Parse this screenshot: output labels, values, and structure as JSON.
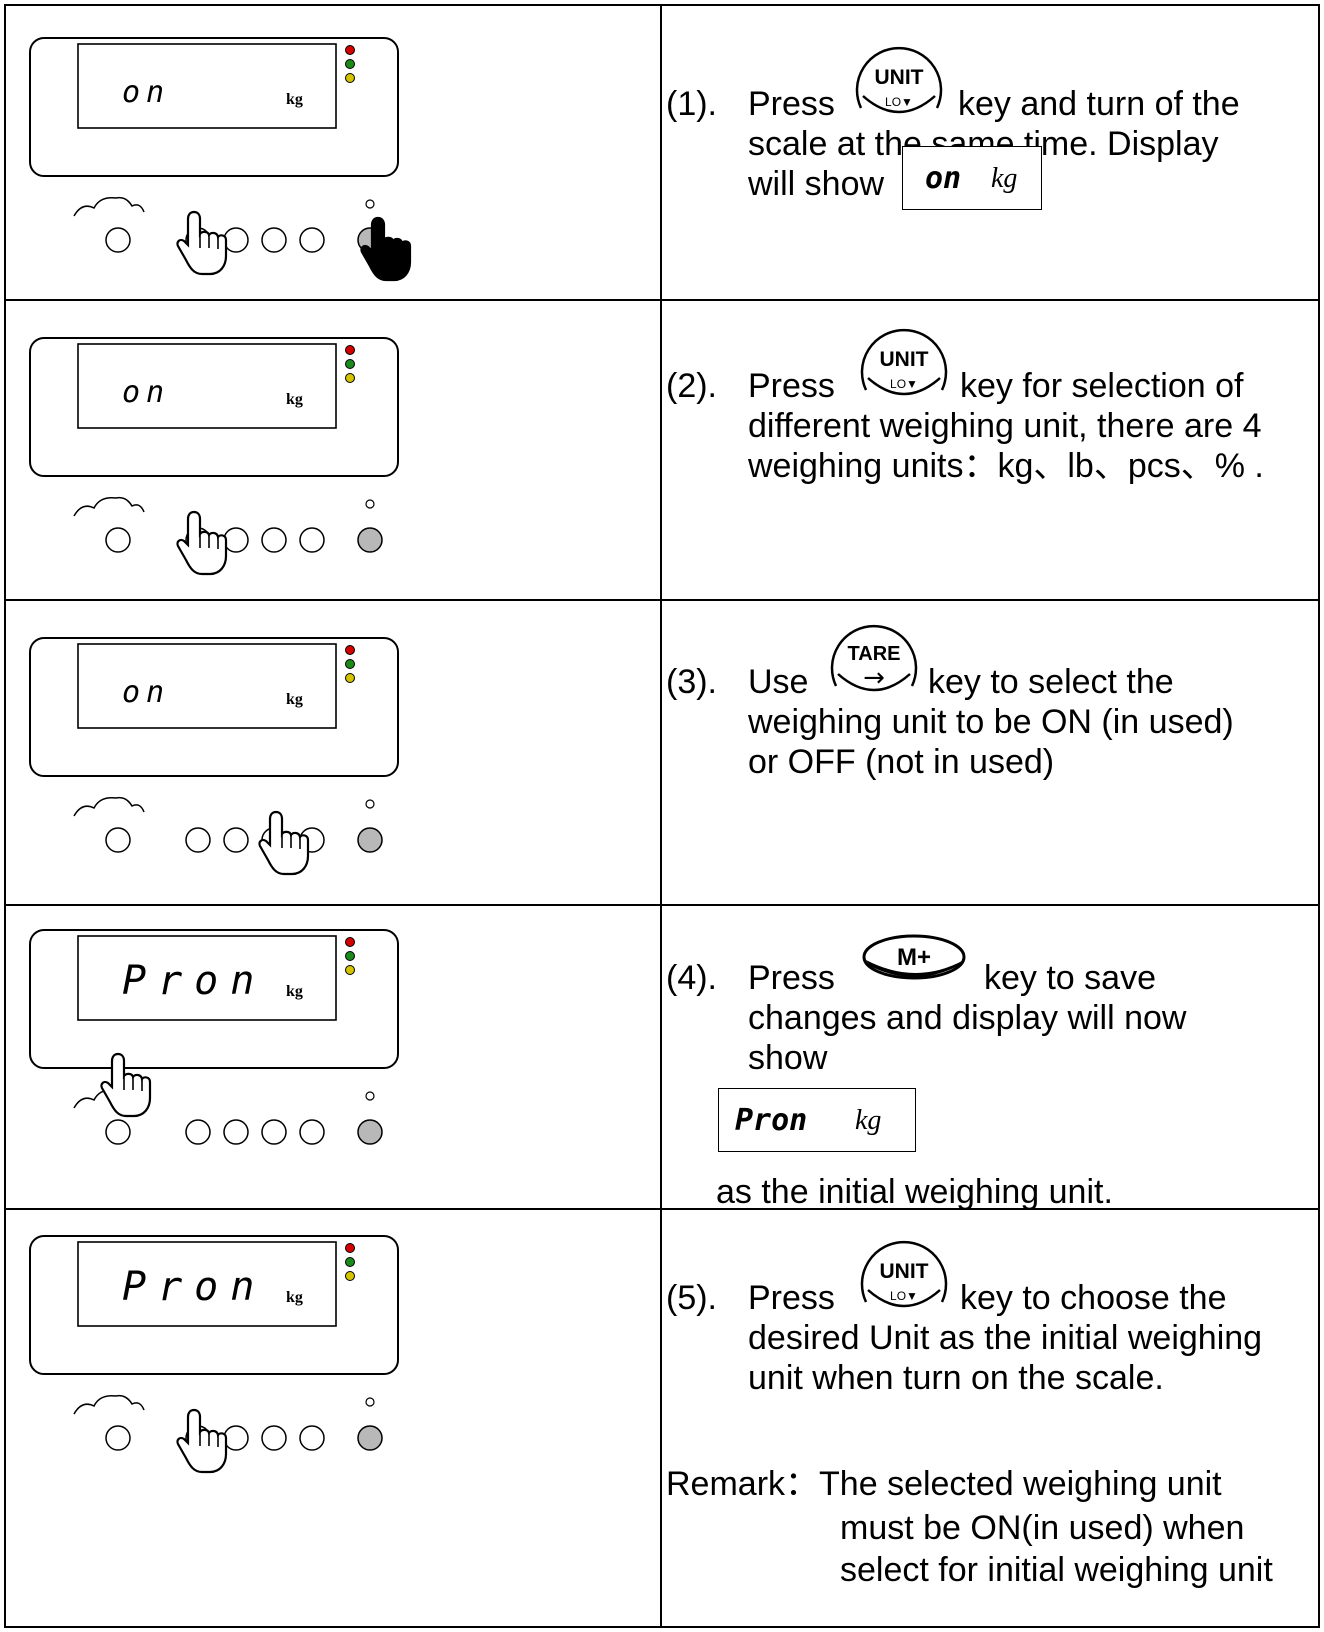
{
  "rows": [
    {
      "display": "on",
      "display_unit": "kg",
      "step": "(1).",
      "lines": [
        "Press",
        "key and turn of the",
        "scale at the same time. Display",
        "will show"
      ],
      "key": {
        "top": "UNIT",
        "bottom": "LO▼"
      },
      "inline_display": {
        "text": "on",
        "unit": "kg"
      }
    },
    {
      "display": "on",
      "display_unit": "kg",
      "step": "(2).",
      "lines": [
        "Press",
        "key for selection of",
        "different weighing unit, there are 4",
        "weighing units：kg、lb、pcs、%  ."
      ],
      "key": {
        "top": "UNIT",
        "bottom": "LO▼"
      }
    },
    {
      "display": "on",
      "display_unit": "kg",
      "step": "(3).",
      "lines": [
        "Use",
        "key to select the",
        "weighing unit to be ON (in used)",
        "or OFF (not in used)"
      ],
      "key": {
        "top": "TARE",
        "bottom": "→"
      }
    },
    {
      "display": "Pron",
      "display_unit": "kg",
      "step": "(4).",
      "lines": [
        "Press",
        "key to save",
        "changes and display will now",
        "show",
        "as the initial weighing unit."
      ],
      "key": {
        "top": "M+"
      },
      "inline_display": {
        "text": "Pron",
        "unit": "kg"
      }
    },
    {
      "display": "Pron",
      "display_unit": "kg",
      "step": "(5).",
      "lines": [
        "Press",
        "key to choose the",
        "desired Unit as the initial weighing",
        "unit when turn on the scale."
      ],
      "key": {
        "top": "UNIT",
        "bottom": "LO▼"
      },
      "remark_label": "Remark：",
      "remark_lines": [
        "The selected weighing unit",
        "must be ON(in used) when",
        "select for initial weighing unit"
      ]
    }
  ]
}
